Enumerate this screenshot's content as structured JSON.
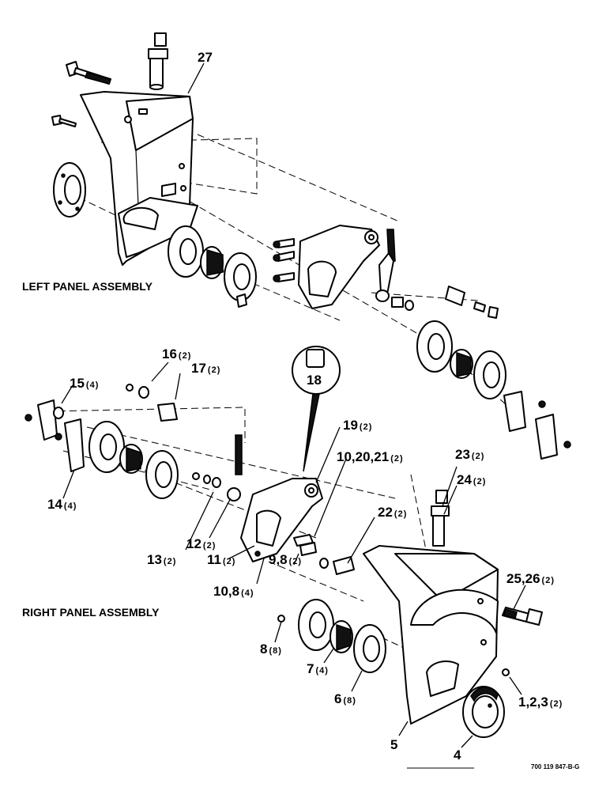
{
  "assemblies": {
    "left": "LEFT PANEL ASSEMBLY",
    "right": "RIGHT PANEL ASSEMBLY"
  },
  "drawing_code": "700 119 847-B-G",
  "callouts": {
    "c27": {
      "num": "27",
      "qty": ""
    },
    "c18": {
      "num": "18",
      "qty": ""
    },
    "c16": {
      "num": "16",
      "qty": "(2)"
    },
    "c17": {
      "num": "17",
      "qty": "(2)"
    },
    "c15": {
      "num": "15",
      "qty": "(4)"
    },
    "c14": {
      "num": "14",
      "qty": "(4)"
    },
    "c19": {
      "num": "19",
      "qty": "(2)"
    },
    "c10a": {
      "num": "10,20,21",
      "qty": "(2)"
    },
    "c23": {
      "num": "23",
      "qty": "(2)"
    },
    "c24": {
      "num": "24",
      "qty": "(2)"
    },
    "c22": {
      "num": "22",
      "qty": "(2)"
    },
    "c12": {
      "num": "12",
      "qty": "(2)"
    },
    "c13": {
      "num": "13",
      "qty": "(2)"
    },
    "c11": {
      "num": "11",
      "qty": "(2)"
    },
    "c9": {
      "num": "9,8",
      "qty": "(2)"
    },
    "c10b": {
      "num": "10,8",
      "qty": "(4)"
    },
    "c25": {
      "num": "25,26",
      "qty": "(2)"
    },
    "c8": {
      "num": "8",
      "qty": "(8)"
    },
    "c7": {
      "num": "7",
      "qty": "(4)"
    },
    "c6": {
      "num": "6",
      "qty": "(8)"
    },
    "c1": {
      "num": "1,2,3",
      "qty": "(2)"
    },
    "c5": {
      "num": "5",
      "qty": ""
    },
    "c4": {
      "num": "4",
      "qty": ""
    }
  }
}
